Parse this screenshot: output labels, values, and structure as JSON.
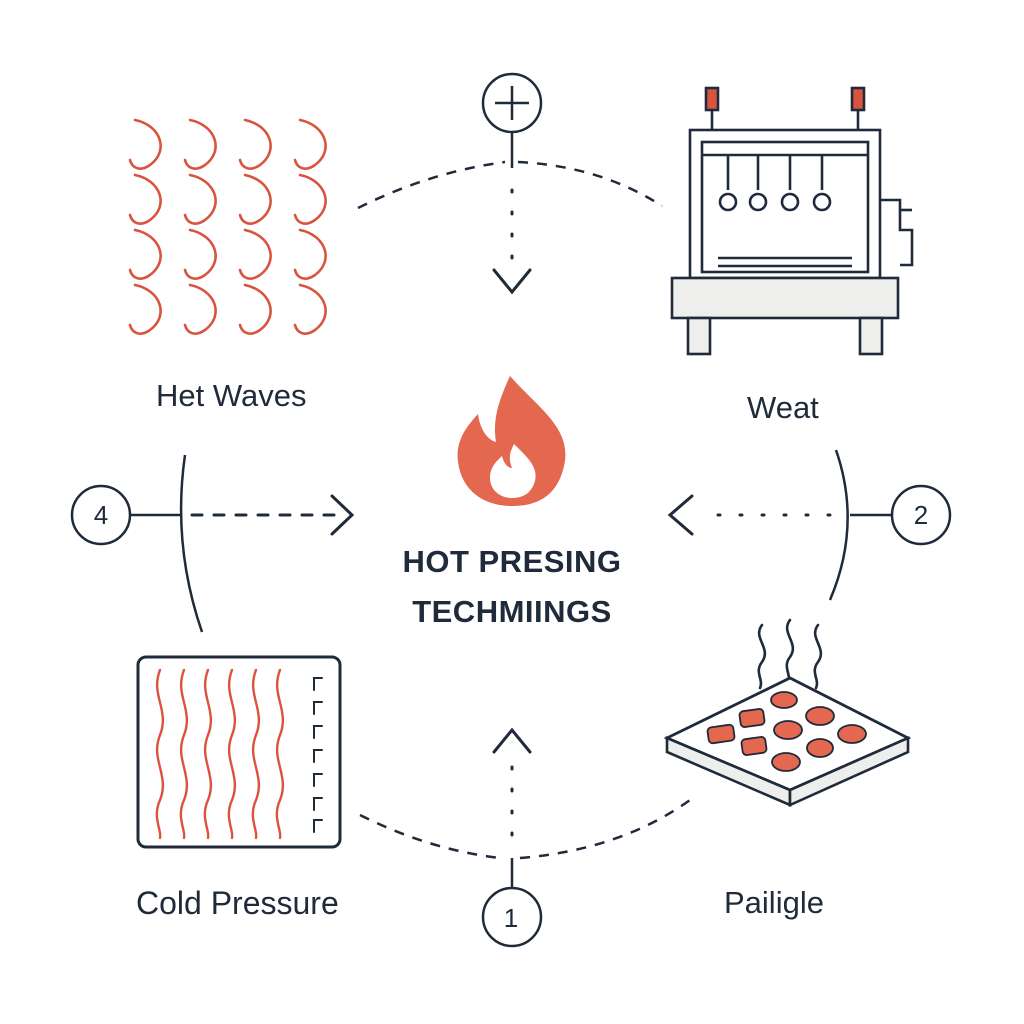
{
  "diagram": {
    "title_line1": "HOT PRESING",
    "title_line2": "TECHMIINGS",
    "nodes": [
      {
        "id": "top-left",
        "label": "Het Waves",
        "icon": "heat-waves-icon"
      },
      {
        "id": "top-right",
        "label": "Weat",
        "icon": "press-machine-icon"
      },
      {
        "id": "bottom-left",
        "label": "Cold Pressure",
        "icon": "wavy-panel-icon"
      },
      {
        "id": "bottom-right",
        "label": "Pailigle",
        "icon": "steaming-tray-icon"
      }
    ],
    "markers": {
      "top": "+",
      "right": "2",
      "bottom": "1",
      "left": "4"
    },
    "center_icon": "flame-icon",
    "colors": {
      "line": "#1f2a3a",
      "accent": "#d9543f",
      "flame": "#e4674f",
      "fill_light": "#eeeeec"
    }
  }
}
